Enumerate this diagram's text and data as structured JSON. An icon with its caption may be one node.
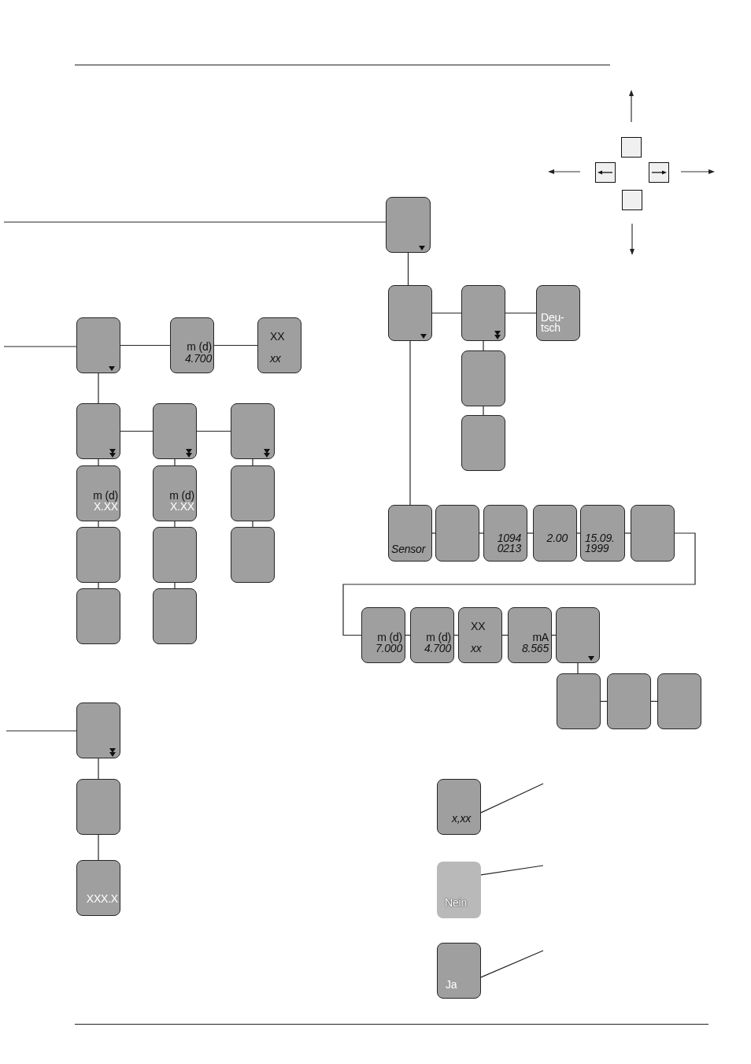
{
  "diagram": {
    "nodes": [
      {
        "text": [],
        "shape": "box"
      },
      {
        "text": [],
        "shape": "box"
      },
      {
        "text": [],
        "shape": "box"
      },
      {
        "text": [
          "Deu- tsch"
        ]
      },
      {
        "text": [],
        "shape": "box"
      },
      {
        "text": [],
        "shape": "box"
      },
      {
        "text": [
          "Sensor"
        ]
      },
      {
        "text": [],
        "shape": "box"
      },
      {
        "text": [
          "1094 0213"
        ]
      },
      {
        "text": [
          "2.00"
        ]
      },
      {
        "text": [
          "15.09. 1999"
        ]
      },
      {
        "text": [],
        "shape": "box"
      },
      {
        "text": [
          "m (d)",
          "7.000"
        ]
      },
      {
        "text": [
          "m (d)",
          "4.700"
        ]
      },
      {
        "text": [
          "XX",
          "xx"
        ]
      },
      {
        "text": [
          "mA",
          "8.565"
        ]
      },
      {
        "text": [],
        "shape": "box"
      },
      {
        "text": [],
        "shape": "box"
      },
      {
        "text": [],
        "shape": "box"
      },
      {
        "text": [],
        "shape": "box"
      },
      {
        "text": [],
        "shape": "box"
      },
      {
        "text": [
          "m (d)",
          "4.700"
        ]
      },
      {
        "text": [
          "XX",
          "xx"
        ]
      },
      {
        "text": [],
        "shape": "box"
      },
      {
        "text": [],
        "shape": "box"
      },
      {
        "text": [],
        "shape": "box"
      },
      {
        "text": [
          "m (d)",
          "X.XX"
        ]
      },
      {
        "text": [],
        "shape": "box"
      },
      {
        "text": [],
        "shape": "box"
      },
      {
        "text": [
          "m (d)",
          "X.XX"
        ]
      },
      {
        "text": [],
        "shape": "box"
      },
      {
        "text": [],
        "shape": "box"
      },
      {
        "text": [],
        "shape": "box"
      },
      {
        "text": [],
        "shape": "box"
      },
      {
        "text": [],
        "shape": "box"
      },
      {
        "text": [],
        "shape": "box"
      },
      {
        "text": [
          "XXX.X"
        ]
      },
      {
        "text": [
          "x,xx"
        ]
      },
      {
        "text": [
          "Nein"
        ]
      },
      {
        "text": [
          "Ja"
        ]
      }
    ],
    "edges": [
      {
        "from": null,
        "to": 0,
        "arrow": "none"
      },
      {
        "from": 0,
        "to": 1,
        "arrow": "none"
      },
      {
        "from": 1,
        "to": 2,
        "arrow": "none"
      },
      {
        "from": 2,
        "to": 3,
        "arrow": "none"
      },
      {
        "from": 2,
        "to": 4,
        "arrow": "none"
      },
      {
        "from": 4,
        "to": 5,
        "arrow": "none"
      },
      {
        "from": 1,
        "to": 6,
        "arrow": "none"
      },
      {
        "from": 6,
        "to": 7,
        "arrow": "none"
      },
      {
        "from": 7,
        "to": 8,
        "arrow": "none"
      },
      {
        "from": 8,
        "to": 9,
        "arrow": "none"
      },
      {
        "from": 9,
        "to": 10,
        "arrow": "none"
      },
      {
        "from": 10,
        "to": 11,
        "arrow": "none"
      },
      {
        "from": 11,
        "to": 12,
        "arrow": "none"
      },
      {
        "from": 12,
        "to": 13,
        "arrow": "none"
      },
      {
        "from": 13,
        "to": 14,
        "arrow": "none"
      },
      {
        "from": 14,
        "to": 15,
        "arrow": "none"
      },
      {
        "from": 15,
        "to": 16,
        "arrow": "none"
      },
      {
        "from": 16,
        "to": 17,
        "arrow": "none"
      },
      {
        "from": 17,
        "to": 18,
        "arrow": "none"
      },
      {
        "from": 18,
        "to": 19,
        "arrow": "none"
      },
      {
        "from": null,
        "to": 20,
        "arrow": "none"
      },
      {
        "from": 20,
        "to": 21,
        "arrow": "none"
      },
      {
        "from": 21,
        "to": 22,
        "arrow": "none"
      },
      {
        "from": 20,
        "to": 23,
        "arrow": "none"
      },
      {
        "from": 23,
        "to": 24,
        "arrow": "none"
      },
      {
        "from": 24,
        "to": 25,
        "arrow": "none"
      },
      {
        "from": 23,
        "to": 26,
        "arrow": "none"
      },
      {
        "from": 26,
        "to": 27,
        "arrow": "none"
      },
      {
        "from": 27,
        "to": 28,
        "arrow": "none"
      },
      {
        "from": 24,
        "to": 29,
        "arrow": "none"
      },
      {
        "from": 29,
        "to": 30,
        "arrow": "none"
      },
      {
        "from": 30,
        "to": 31,
        "arrow": "none"
      },
      {
        "from": 25,
        "to": 32,
        "arrow": "none"
      },
      {
        "from": 32,
        "to": 33,
        "arrow": "none"
      },
      {
        "from": null,
        "to": 34,
        "arrow": "none"
      },
      {
        "from": 34,
        "to": 35,
        "arrow": "none"
      },
      {
        "from": 35,
        "to": 36,
        "arrow": "none"
      },
      {
        "from": null,
        "to": 37,
        "arrow": "none"
      },
      {
        "from": null,
        "to": 38,
        "arrow": "none"
      },
      {
        "from": null,
        "to": 39,
        "arrow": "none"
      }
    ]
  }
}
